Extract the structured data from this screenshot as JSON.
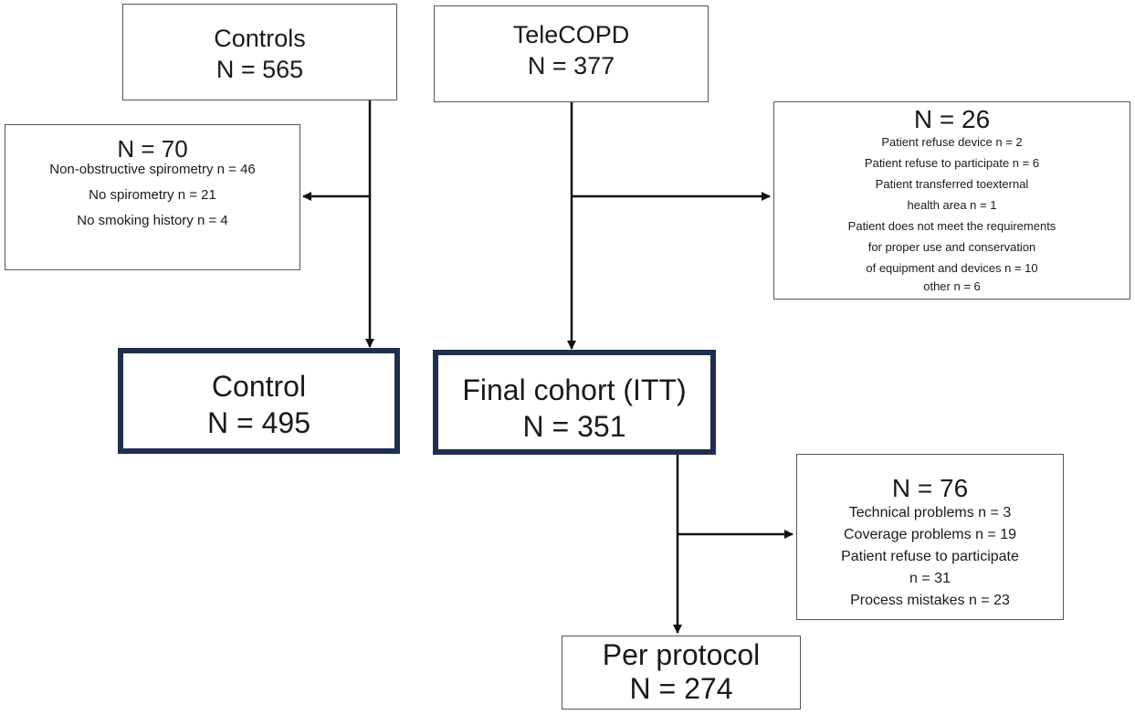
{
  "controls": {
    "label": "Controls",
    "n": "N = 565"
  },
  "telecopd": {
    "label": "TeleCOPD",
    "n": "N = 377"
  },
  "excluded_controls": {
    "n": "N = 70",
    "items": [
      "Non-obstructive spirometry n = 46",
      "No spirometry n = 21",
      "No smoking history n = 4"
    ]
  },
  "excluded_telecopd": {
    "n": "N = 26",
    "items": [
      "Patient refuse device n = 2",
      "Patient refuse to participate n = 6",
      "Patient transferred toexternal",
      "health area n = 1",
      "Patient does not meet the requirements",
      "for proper use and conservation",
      "of equipment and devices n = 10",
      "other n = 6"
    ]
  },
  "control_final": {
    "label": "Control",
    "n": "N = 495"
  },
  "final_cohort": {
    "label": "Final cohort (ITT)",
    "n": "N = 351"
  },
  "excluded_pp": {
    "n": "N = 76",
    "items": [
      "Technical problems n = 3",
      "Coverage problems n = 19",
      "Patient refuse to participate",
      "n = 31",
      "Process mistakes n = 23"
    ]
  },
  "per_protocol": {
    "label": "Per protocol",
    "n": "N = 274"
  }
}
